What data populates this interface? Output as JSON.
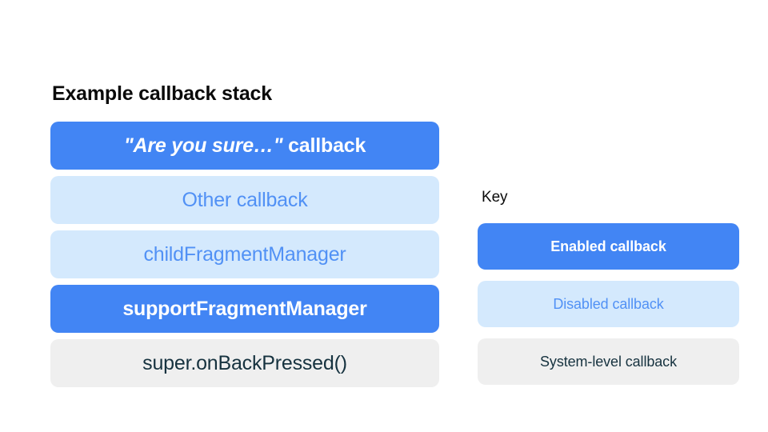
{
  "colors": {
    "enabled_bg": "#4285f4",
    "disabled_bg": "#d4e9fd",
    "system_bg": "#efefef",
    "enabled_text": "#ffffff",
    "disabled_text": "#5191f5",
    "system_text": "#16323f",
    "heading_text": "#0a0a0a",
    "page_bg": "#ffffff"
  },
  "stack": {
    "title": "Example callback stack",
    "rows": [
      {
        "label": "\"Are you sure…\" callback",
        "emphasis": "\"Are you sure…\"",
        "trailing": " callback",
        "state": "enabled"
      },
      {
        "label": "Other callback",
        "state": "disabled"
      },
      {
        "label": "childFragmentManager",
        "state": "disabled"
      },
      {
        "label": "supportFragmentManager",
        "state": "enabled"
      },
      {
        "label": "super.onBackPressed()",
        "state": "system"
      }
    ]
  },
  "key": {
    "title": "Key",
    "rows": [
      {
        "label": "Enabled callback",
        "state": "enabled"
      },
      {
        "label": "Disabled callback",
        "state": "disabled"
      },
      {
        "label": "System-level callback",
        "state": "system"
      }
    ]
  }
}
